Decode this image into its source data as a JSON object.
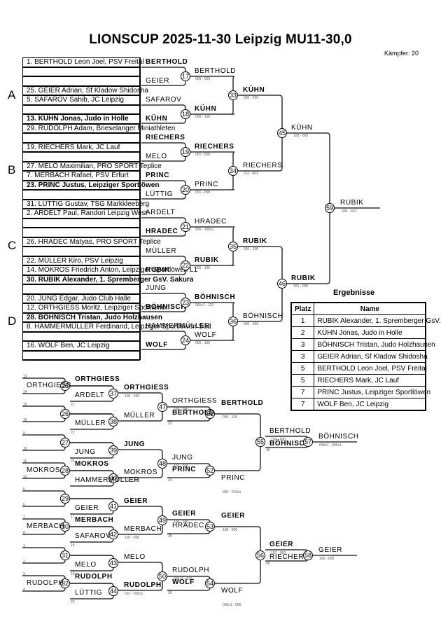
{
  "header": {
    "title": "LIONSCUP  2025-11-30  Leipzig   MU11-30,0",
    "fighter_count": "Kämpfer: 20"
  },
  "pools": [
    "A",
    "B",
    "C",
    "D"
  ],
  "entries": [
    {
      "text": "1. BERTHOLD Leon Joel, PSV Freital",
      "bold": false
    },
    {
      "text": "",
      "bold": false
    },
    {
      "text": "",
      "bold": false
    },
    {
      "text": "25. GEIER Adrian, Sf Kladow Shidosha",
      "bold": false
    },
    {
      "text": "5. SAFAROV Sahib, JC Leipzig",
      "bold": false
    },
    {
      "text": "",
      "bold": false
    },
    {
      "text": "13. KÜHN Jonas, Judo in Holle",
      "bold": true
    },
    {
      "text": "29. RUDOLPH Adam, Brieselanger Miniathleten",
      "bold": false
    },
    {
      "text": "",
      "bold": false
    },
    {
      "text": "19. RIECHERS Mark, JC Lauf",
      "bold": false
    },
    {
      "text": "",
      "bold": false
    },
    {
      "text": "27. MELO Maximilian, PRO SPORT Teplice",
      "bold": false
    },
    {
      "text": "7. MERBACH Rafael, PSV Erfurt",
      "bold": false
    },
    {
      "text": "23. PRINC Justus, Leipziger Sportlöwen",
      "bold": true
    },
    {
      "text": "",
      "bold": false
    },
    {
      "text": "31. LÜTTIG Gustav, TSG Markkleeberg",
      "bold": false
    },
    {
      "text": "2. ARDELT Paul, Randori Leipzig West",
      "bold": false
    },
    {
      "text": "",
      "bold": false
    },
    {
      "text": "",
      "bold": false
    },
    {
      "text": "26. HRADEC Matyas, PRO SPORT Teplice",
      "bold": false
    },
    {
      "text": "",
      "bold": false
    },
    {
      "text": "22. MÜLLER Kiro, PSV Leipzig",
      "bold": false
    },
    {
      "text": "14. MOKROS Friedrich Anton, Leipziger Sportlöwen L1",
      "bold": false
    },
    {
      "text": "30. RUBIK Alexander, 1. Spremberger GsV. Sakura",
      "bold": true
    },
    {
      "text": "",
      "bold": false
    },
    {
      "text": "20. JUNG Edgar, Judo Club Halle",
      "bold": false
    },
    {
      "text": "12. ORTHGIESS Moritz, Leipziger Sportlöwen",
      "bold": false
    },
    {
      "text": "28. BÖHNISCH Tristan, Judo Holzhausen",
      "bold": true
    },
    {
      "text": "8. HAMMERMÜLLER Ferdinand, Leipziger Sportlöwen Süd",
      "bold": false
    },
    {
      "text": "",
      "bold": false
    },
    {
      "text": "16. WOLF Ben, JC Leipzig",
      "bold": false
    },
    {
      "text": "",
      "bold": false
    }
  ],
  "main_bracket": {
    "round1": [
      {
        "fight": "17",
        "top": "BERTHOLD",
        "top_bold": true,
        "bottom": "GEIER",
        "bottom_bold": false,
        "winner": "BERTHOLD",
        "winner_bold": false,
        "score": "000 - 000"
      },
      {
        "fight": "18",
        "top": "SAFAROV",
        "top_bold": false,
        "bottom": "KÜHN",
        "bottom_bold": true,
        "winner": "KÜHN",
        "winner_bold": true,
        "score": "000 - 100"
      },
      {
        "fight": "19",
        "top": "RIECHERS",
        "top_bold": true,
        "bottom": "MELO",
        "bottom_bold": false,
        "winner": "RIECHERS",
        "winner_bold": true,
        "score": "001 - 000"
      },
      {
        "fight": "20",
        "top": "PRINC",
        "top_bold": true,
        "bottom": "LÜTTIG",
        "bottom_bold": false,
        "winner": "PRINC",
        "winner_bold": false,
        "score": "001 - 000"
      },
      {
        "fight": "21",
        "top": "ARDELT",
        "top_bold": false,
        "bottom": "HRADEC",
        "bottom_bold": true,
        "winner": "HRADEC",
        "winner_bold": false,
        "score": "000 - 100s1"
      },
      {
        "fight": "22",
        "top": "MÜLLER",
        "top_bold": false,
        "bottom": "RUBIK",
        "bottom_bold": true,
        "winner": "RUBIK",
        "winner_bold": true,
        "score": "000 - 100"
      },
      {
        "fight": "23",
        "top": "JUNG",
        "top_bold": false,
        "bottom": "BÖHNISCH",
        "bottom_bold": true,
        "winner": "BÖHNISCH",
        "winner_bold": true,
        "score": "001s1 - 110"
      },
      {
        "fight": "24",
        "top": "HAMMERMÜLLER",
        "top_bold": false,
        "bottom": "WOLF",
        "bottom_bold": true,
        "winner": "WOLF",
        "winner_bold": false,
        "score": "000 - 100"
      }
    ],
    "round2": [
      {
        "fight": "33",
        "winner": "KÜHN",
        "winner_bold": true,
        "score": "000 - 000"
      },
      {
        "fight": "34",
        "winner": "RIECHERS",
        "winner_bold": false,
        "score": "011 - 001"
      },
      {
        "fight": "35",
        "winner": "RUBIK",
        "winner_bold": true,
        "score": "000 - 100"
      },
      {
        "fight": "36",
        "winner": "BÖHNISCH",
        "winner_bold": false,
        "score": "000 - 000"
      }
    ],
    "round3": [
      {
        "fight": "45",
        "winner": "KÜHN",
        "winner_bold": false,
        "score": "100 - 000"
      },
      {
        "fight": "46",
        "winner": "RUBIK",
        "winner_bold": true,
        "score": "101 - 000"
      }
    ],
    "final": {
      "fight": "59",
      "winner": "RUBIK",
      "winner_bold": false,
      "score": "000 - 002"
    }
  },
  "repechage": {
    "r1": [
      {
        "fight": "25",
        "top_seed": "13",
        "bottom_seed": "14",
        "name": "ORTHGIESS"
      },
      {
        "fight": "26",
        "top_seed": "15",
        "bottom_seed": "16",
        "name": ""
      },
      {
        "fight": "27",
        "top_seed": "9",
        "bottom_seed": "10",
        "name": ""
      },
      {
        "fight": "28",
        "top_seed": "11",
        "bottom_seed": "12",
        "name": "MOKROS"
      },
      {
        "fight": "29",
        "top_seed": "5",
        "bottom_seed": "6",
        "name": ""
      },
      {
        "fight": "30",
        "top_seed": "7",
        "bottom_seed": "8",
        "name": "MERBACH"
      },
      {
        "fight": "31",
        "top_seed": "1",
        "bottom_seed": "2",
        "name": ""
      },
      {
        "fight": "32",
        "top_seed": "3",
        "bottom_seed": "4",
        "name": "RUDOLPH"
      }
    ],
    "r2": [
      {
        "fight": "37",
        "top": "ORTHGIESS",
        "top_bold": true,
        "bottom": "ARDELT",
        "seed": "21"
      },
      {
        "fight": "38",
        "top": "",
        "top_bold": false,
        "bottom": "MÜLLER",
        "seed": "22"
      },
      {
        "fight": "39",
        "top": "",
        "top_bold": false,
        "bottom": "JUNG",
        "seed": "23"
      },
      {
        "fight": "40",
        "top": "MOKROS",
        "top_bold": true,
        "bottom": "HAMMERMÜLLER",
        "seed": ""
      },
      {
        "fight": "41",
        "top": "",
        "top_bold": false,
        "bottom": "GEIER",
        "seed": "17"
      },
      {
        "fight": "42",
        "top": "MERBACH",
        "top_bold": true,
        "bottom": "SAFAROV",
        "seed": "18"
      },
      {
        "fight": "43",
        "top": "",
        "top_bold": false,
        "bottom": "MELO",
        "seed": "19"
      },
      {
        "fight": "44",
        "top": "RUDOLPH",
        "top_bold": true,
        "bottom": "LÜTTIG",
        "seed": "20"
      }
    ],
    "r3": [
      {
        "fight": "47",
        "top": "ORTHGIESS",
        "top_bold": true,
        "top_score": "100 - 000",
        "bottom": "MÜLLER",
        "bottom_bold": false,
        "bottom_score": ""
      },
      {
        "fight": "48",
        "top": "JUNG",
        "top_bold": true,
        "top_score": "",
        "bottom": "MOKROS",
        "bottom_bold": false,
        "bottom_score": "100 - 000"
      },
      {
        "fight": "49",
        "top": "GEIER",
        "top_bold": true,
        "top_score": "",
        "bottom": "MERBACH",
        "bottom_bold": false,
        "bottom_score": "100 - 000"
      },
      {
        "fight": "50",
        "top": "MELO",
        "top_bold": false,
        "top_score": "",
        "bottom": "RUDOLPH",
        "bottom_bold": true,
        "bottom_score": "001 - 000s1"
      }
    ],
    "r4": [
      {
        "fight": "51",
        "top": "ORTHGIESS",
        "top_bold": false,
        "score": "100 - 000",
        "bottom": "BERTHOLD",
        "bottom_bold": true,
        "seed": "33",
        "winner": "BERTHOLD",
        "winner_bold": true,
        "winner_score": "000 - 100"
      },
      {
        "fight": "52",
        "top": "JUNG",
        "top_bold": false,
        "score": "101 - 000",
        "bottom": "PRINC",
        "bottom_bold": true,
        "seed": "34",
        "winner": "PRINC",
        "winner_bold": false,
        "winner_score": "000 - 010s1"
      },
      {
        "fight": "53",
        "top": "GEIER",
        "top_bold": true,
        "score": "100 - 000",
        "bottom": "HRADEC",
        "bottom_bold": false,
        "seed": "35",
        "winner": "GEIER",
        "winner_bold": true,
        "winner_score": "100 - 000"
      },
      {
        "fight": "54",
        "top": "RUDOLPH",
        "top_bold": false,
        "score": "000s1 - 010",
        "bottom": "WOLF",
        "bottom_bold": true,
        "seed": "36",
        "winner": "WOLF",
        "winner_bold": false,
        "winner_score": "000s1 - 000"
      }
    ],
    "r5": [
      {
        "fight": "55",
        "fight_b": "57",
        "top": "BERTHOLD",
        "top_bold": false,
        "score": "100 - 000",
        "bottom": "BÖHNISCH",
        "bottom_bold": true,
        "seed": "46",
        "winner": "BÖHNISCH",
        "winner_bold": false,
        "winner_score": "000s1 - 000s1"
      },
      {
        "fight": "56",
        "fight_b": "58",
        "top": "GEIER",
        "top_bold": true,
        "score": "100 - 000",
        "bottom": "RIECHERS",
        "bottom_bold": false,
        "seed": "45",
        "winner": "GEIER",
        "winner_bold": false,
        "winner_score": "100 - 000"
      }
    ]
  },
  "results": {
    "title": "Ergebnisse",
    "headers": [
      "Platz",
      "Name"
    ],
    "rows": [
      {
        "place": "1",
        "name": "RUBIK Alexander, 1. Spremberger GsV. Sakura"
      },
      {
        "place": "2",
        "name": "KÜHN Jonas, Judo in Holle"
      },
      {
        "place": "3",
        "name": "BÖHNISCH Tristan, Judo Holzhausen"
      },
      {
        "place": "3",
        "name": "GEIER Adrian, Sf Kladow Shidosha"
      },
      {
        "place": "5",
        "name": "BERTHOLD Leon Joel, PSV Freital"
      },
      {
        "place": "5",
        "name": "RIECHERS Mark, JC Lauf"
      },
      {
        "place": "7",
        "name": "PRINC Justus, Leipziger Sportlöwen"
      },
      {
        "place": "7",
        "name": "WOLF Ben, JC Leipzig"
      }
    ]
  }
}
